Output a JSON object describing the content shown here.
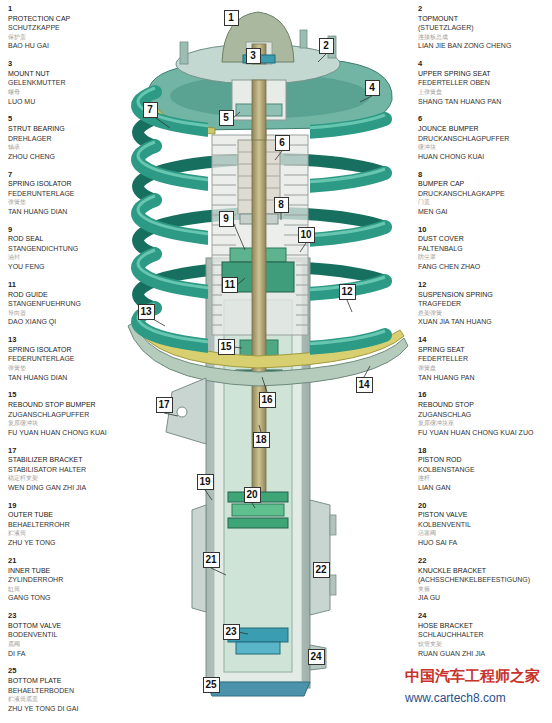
{
  "diagram": {
    "nodes": [
      {
        "text": [
          "1"
        ]
      },
      {
        "text": [
          "2"
        ]
      },
      {
        "text": [
          "3"
        ]
      },
      {
        "text": [
          "4"
        ]
      },
      {
        "text": [
          "5"
        ]
      },
      {
        "text": [
          "6"
        ]
      },
      {
        "text": [
          "7"
        ]
      },
      {
        "text": [
          "8"
        ]
      },
      {
        "text": [
          "9"
        ]
      },
      {
        "text": [
          "10"
        ]
      },
      {
        "text": [
          "11"
        ]
      },
      {
        "text": [
          "12"
        ]
      },
      {
        "text": [
          "13"
        ]
      },
      {
        "text": [
          "14"
        ]
      },
      {
        "text": [
          "15"
        ]
      },
      {
        "text": [
          "16"
        ]
      },
      {
        "text": [
          "17"
        ]
      },
      {
        "text": [
          "18"
        ]
      },
      {
        "text": [
          "19"
        ]
      },
      {
        "text": [
          "20"
        ]
      },
      {
        "text": [
          "21"
        ]
      },
      {
        "text": [
          "22"
        ]
      },
      {
        "text": [
          "23"
        ]
      },
      {
        "text": [
          "24"
        ]
      },
      {
        "text": [
          "25"
        ]
      }
    ],
    "labels": [
      "1",
      "PROTECTION CAP",
      "SCHUTZKAPPE",
      "保护盖",
      "BAO HU GAI",
      "2",
      "TOPMOUNT",
      "(STUETZLAGER)",
      "连接板总成",
      "LIAN JIE BAN ZONG CHENG",
      "3",
      "MOUNT NUT",
      "GELENKMUTTER",
      "螺母",
      "LUO MU",
      "4",
      "UPPER SPRING SEAT",
      "FEDERTELLER OBEN",
      "上弹簧盘",
      "SHANG TAN HUANG PAN",
      "5",
      "STRUT BEARING",
      "DREHLAGER",
      "轴承",
      "ZHOU CHENG",
      "6",
      "JOUNCE BUMPER",
      "DRUCKANSCHLAGPUFFER",
      "缓冲块",
      "HUAN CHONG KUAI",
      "7",
      "SPRING ISOLATOR",
      "FEDERUNTERLAGE",
      "弹簧垫",
      "TAN HUANG DIAN",
      "8",
      "BUMPER CAP",
      "DRUCKANSCHLAGKAPPE",
      "门盖",
      "MEN GAI",
      "9",
      "ROD SEAL",
      "STANGENDICHTUNG",
      "油封",
      "YOU FENG",
      "10",
      "DUST COVER",
      "FALTENBALG",
      "防尘罩",
      "FANG CHEN ZHAO",
      "11",
      "ROD GUIDE",
      "STANGENFUEHRUNG",
      "导向器",
      "DAO XIANG QI",
      "12",
      "SUSPENSION SPRING",
      "TRAGFEDER",
      "悬架弹簧",
      "XUAN JIA TAN HUANG",
      "13",
      "SPRING ISOLATOR",
      "FEDERUNTERLAGE",
      "弹簧垫",
      "TAN HUANG DIAN",
      "14",
      "SPRING SEAT",
      "FEDERTELLER",
      "弹簧盘",
      "TAN HUANG PAN",
      "15",
      "REBOUND STOP BUMPER",
      "ZUGANSCHLAGPUFFER",
      "复原缓冲块",
      "FU YUAN HUAN CHONG KUAI",
      "16",
      "REBOUND STOP",
      "ZUGANSCHLAG",
      "复原缓冲块座",
      "FU YUAN HUAN CHONG KUAI ZUO",
      "17",
      "STABILIZER BRACKET",
      "STABILISATOR HALTER",
      "稳定杆支架",
      "WEN DING GAN ZHI JIA",
      "18",
      "PISTON ROD",
      "KOLBENSTANGE",
      "连杆",
      "LIAN GAN",
      "19",
      "OUTER TUBE",
      "BEHAELTERROHR",
      "贮液筒",
      "ZHU YE TONG",
      "20",
      "PISTON VALVE",
      "KOLBENVENTIL",
      "活塞阀",
      "HUO SAI FA",
      "21",
      "INNER TUBE",
      "ZYLINDERROHR",
      "缸筒",
      "GANG TONG",
      "22",
      "KNUCKLE BRACKET",
      "(ACHSSCHENKELBEFESTIGUNG)",
      "夹箍",
      "JIA GU",
      "23",
      "BOTTOM VALVE",
      "BODENVENTIL",
      "底阀",
      "DI FA",
      "24",
      "HOSE BRACKET",
      "SCHLAUCHHALTER",
      "软管支架",
      "RUAN GUAN ZHI JIA",
      "25",
      "BOTTOM PLATE",
      "BEHAELTERBODEN",
      "贮液筒底盖",
      "ZHU YE TONG DI GAI",
      "中国汽车工程师之家",
      "www.cartech8.com"
    ]
  }
}
